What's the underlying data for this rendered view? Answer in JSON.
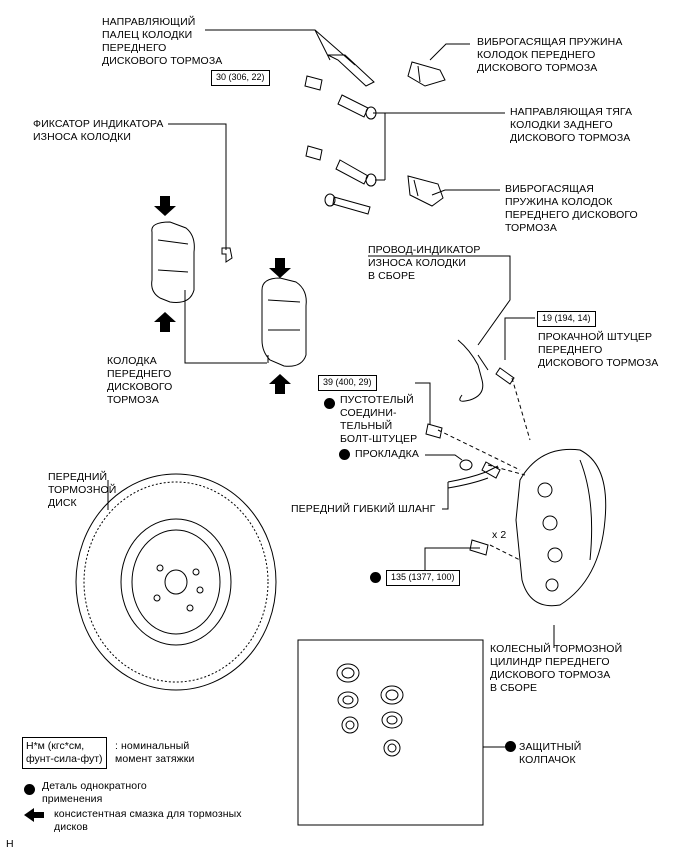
{
  "labels": {
    "guide_pin": "НАПРАВЛЯЮЩИЙ\nПАЛЕЦ КОЛОДКИ\nПЕРЕДНЕГО\nДИСКОВОГО ТОРМОЗА",
    "anti_squeal_spring_1": "ВИБРОГАСЯЩАЯ ПРУЖИНА\nКОЛОДОК ПЕРЕДНЕГО\nДИСКОВОГО ТОРМОЗА",
    "guide_rod_rear": "НАПРАВЛЯЮЩАЯ ТЯГА\nКОЛОДКИ ЗАДНЕГО\nДИСКОВОГО ТОРМОЗА",
    "anti_squeal_spring_2": "ВИБРОГАСЯЩАЯ\nПРУЖИНА КОЛОДОК\nПЕРЕДНЕГО ДИСКОВОГО\nТОРМОЗА",
    "wear_indicator_clip": "ФИКСАТОР ИНДИКАТОРА\nИЗНОСА КОЛОДКИ",
    "wear_indicator_wire": "ПРОВОД-ИНДИКАТОР\nИЗНОСА КОЛОДКИ\nВ СБОРЕ",
    "bleeder_plug": "ПРОКАЧНОЙ ШТУЦЕР\nПЕРЕДНЕГО\nДИСКОВОГО ТОРМОЗА",
    "brake_pad": "КОЛОДКА\nПЕРЕДНЕГО\nДИСКОВОГО\nТОРМОЗА",
    "union_bolt": "ПУСТОТЕЛЫЙ\nСОЕДИНИ-\nТЕЛЬНЫЙ\nБОЛТ-ШТУЦЕР",
    "gasket": "ПРОКЛАДКА",
    "flexible_hose": "ПЕРЕДНИЙ ГИБКИЙ ШЛАНГ",
    "disc": "ПЕРЕДНИЙ\nТОРМОЗНОЙ\nДИСК",
    "caliper": "КОЛЕСНЫЙ ТОРМОЗНОЙ\nЦИЛИНДР ПЕРЕДНЕГО\nДИСКОВОГО ТОРМОЗА\nВ СБОРЕ",
    "boot": "ЗАЩИТНЫЙ\nКОЛПАЧОК",
    "qty_x2": "x 2"
  },
  "torques": {
    "guide_pin": "30 (306, 22)",
    "bleeder": "19 (194, 14)",
    "union_bolt": "39 (400, 29)",
    "mount_bolt": "135 (1377, 100)"
  },
  "legend": {
    "torque_box": "Н*м (кгс*см,\nфунт-сила-фут)",
    "torque_desc": ": номинальный\nмомент затяжки",
    "non_reusable": "Деталь однократного\nприменения",
    "grease": "консистентная смазка для тормозных\nдисков"
  },
  "corner_mark": "H"
}
